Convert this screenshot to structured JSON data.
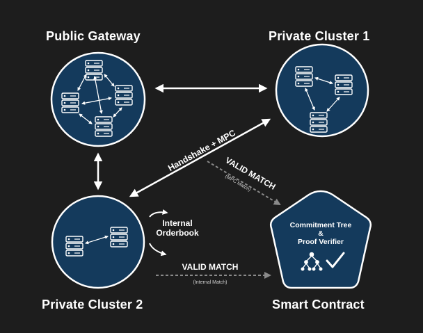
{
  "colors": {
    "background": "#1d1d1d",
    "node_fill": "#143a5c",
    "node_stroke": "#ffffff",
    "arrow": "#ffffff",
    "dashed_arrow": "#8a8a8a"
  },
  "nodes": {
    "public_gateway": {
      "title": "Public Gateway"
    },
    "private_cluster_1": {
      "title": "Private Cluster 1"
    },
    "private_cluster_2": {
      "title": "Private Cluster 2"
    },
    "smart_contract": {
      "title": "Smart Contract",
      "line1": "Commitment Tree",
      "line2": "&",
      "line3": "Proof Verifier",
      "icons": [
        "tree-icon",
        "check-icon"
      ]
    }
  },
  "edges": {
    "handshake": "Handshake + MPC",
    "valid_match_mpc": "VALID MATCH",
    "valid_match_mpc_sub": "(MPC Match)",
    "internal_orderbook_line1": "Internal",
    "internal_orderbook_line2": "Orderbook",
    "valid_match_internal": "VALID MATCH",
    "valid_match_internal_sub": "(Internal Match)"
  }
}
